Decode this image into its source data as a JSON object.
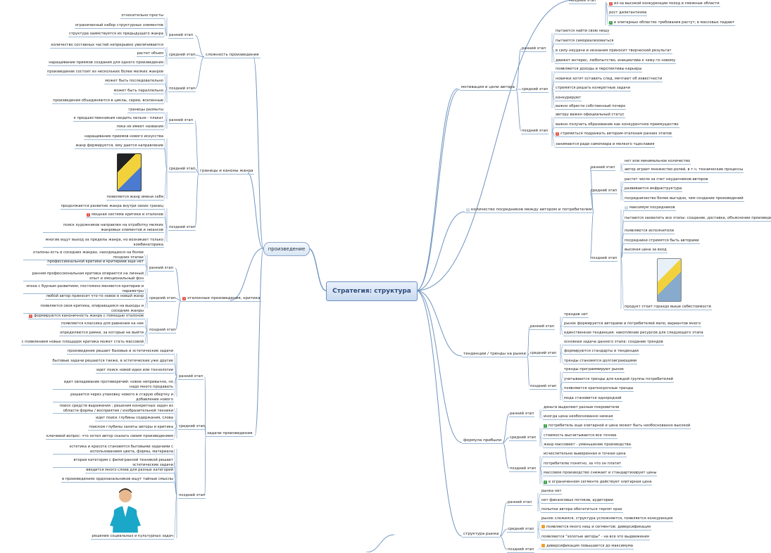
{
  "root": "Стратегия: структура",
  "left_topic": "произведение",
  "left": {
    "complexity": {
      "label": "сложность произведения",
      "stages": [
        {
          "label": "ранний этап",
          "items": [
            "относительно просты",
            "ограниченный набор структурных элементов",
            "структура заимствуется из предыдущего жанра"
          ]
        },
        {
          "label": "средний этап",
          "items": [
            "количество составных частей непрерывно увеличивается",
            "растет объем",
            "наращивание приемов создания для одного произведения"
          ]
        },
        {
          "label": "поздний этап",
          "items": [
            "произведение состоит из нескольких более мелких жанров",
            "может быть последовательно",
            "может быть параллельно",
            "произведения объединяются в циклы, серии, вселенные"
          ]
        }
      ]
    },
    "boundaries": {
      "label": "границы и каноны жанра",
      "stages": [
        {
          "label": "ранний этап",
          "items": [
            "границы размыты",
            "к предшественникам сводить нельзя - плакат",
            "пока не имеет названия"
          ]
        },
        {
          "label": "средний этап",
          "items": [
            "наращивание приемов нового искусства",
            "жанр формируется, ему дается направление",
            "появляется жанр имени себя"
          ]
        },
        {
          "label": "поздний этап",
          "items": [
            "продолжается развитие жанра внутри своих границ",
            "мощная система критики и эталонов",
            "поиск художников направлен на отработку мелких жанровых элементов и нюансов",
            "многие ищут выход за пределы жанра, но возникает только комбинаторика"
          ]
        }
      ]
    },
    "criticism": {
      "label": "эталонные произведения, критика",
      "stages": [
        {
          "label": "ранний этап",
          "items": [
            "эталоны есть в соседних жанрах, находящихся на более поздних этапах",
            "профессиональной критики и критериев еще нет",
            "ранняя профессиональная критика опирается на личный опыт и эмоциональный фон"
          ]
        },
        {
          "label": "средний этап",
          "items": [
            "эпоха с бурным развитием, постоянно меняются критерии и параметры",
            "любой автор приносит что-то новое в новый жанр",
            "появляется своя критика, опирающаяся на выходы и соседние жанры"
          ]
        },
        {
          "label": "поздний этап",
          "items": [
            "формируются каноничность жанра с помощью эталонов",
            "появляется классика для равнения на нее",
            "определяются рамки, за которые не выйти",
            "с появлением новых площадок критика может стать массовой"
          ]
        }
      ]
    },
    "tasks": {
      "label": "задачи произведения",
      "stages": [
        {
          "label": "ранний этап",
          "items": [
            "произведение решает базовые и эстетические задачи",
            "бытовые задачи решаются также, в эстетические уже другие",
            "идет поиск новой идеи или технологии",
            "идет овладевание противоречий: новое непривычно, но надо много продавать",
            "решается через упаковку нового в старую обертку и добавление нового"
          ]
        },
        {
          "label": "средний этап",
          "items": [
            "поиск средств выражения ; решения конкретных задач из области формы / восприятия / изобразительной техники",
            "идет поиск глубины содержания, слова",
            "поиском глубины заняты авторы и критика",
            "ключевой вопрос: что хотел автор сказать своим произведением"
          ]
        },
        {
          "label": "поздний этап",
          "items": [
            "эстетика и красота становятся бытовыми задачами с использованием цвета, формы, материала",
            "вторая категория с филигранной техникой решает эстетические задачи",
            "вводится много слоев для разных категорий",
            "в произведениях ордонанальников ищут тайные смыслы",
            "решение социальных и культурных задач"
          ]
        }
      ]
    }
  },
  "right": {
    "top_fragment": [
      "поздний этап",
      "из-за высокой конкуренции поход в смежные области",
      "рост дилетантизма",
      "в элитарных областях требования растут, в массовых падают"
    ],
    "motivation": {
      "label": "мотивация и цели автора",
      "stages": [
        {
          "label": "ранний этап",
          "items": [
            "пытаются найти свою нишу",
            "пытаются самореализоваться",
            "в силу неудачи и незнания приносит творческий результат",
            "движет интерес, любопытство, инициатива к чему-то новому"
          ]
        },
        {
          "label": "средний этап",
          "items": [
            "появляются доходы и перспективы карьеры",
            "новички хотят оставить след, мечтают об известности",
            "стремятся решать конкретные задачи",
            "конкурируют",
            "важно обрести собственный почерк"
          ]
        },
        {
          "label": "поздний этап",
          "items": [
            "автору важен официальный статус",
            "важно получить образование как конкурентное преимущество",
            "стремиться подражать авторам-эталонам ранних этапов",
            "занимаются ради самопиара и мелкого тщеславия"
          ]
        }
      ]
    },
    "intermediaries": {
      "label": "количество посредников между автором и потребителем",
      "stages": [
        {
          "label": "ранний этап",
          "items": [
            "нет или минимальное количество",
            "автор играет множество ролей, в т.ч. технические процессы"
          ]
        },
        {
          "label": "средний этап",
          "items": [
            "растет число за счет неудачников-авторов",
            "развивается инфраструктура",
            "посредничество более выгодно, чем создание произведений"
          ]
        },
        {
          "label": "поздний этап",
          "items": [
            "максимум посредников",
            "пытаются захватить все этапы: создание, доставка, объяснение произведения",
            "появляются исполнители",
            "посредники стремятся быть авторами",
            "высокая цена за вход",
            "продукт стоит гораздо выше себестоимости"
          ]
        }
      ]
    },
    "trends": {
      "label": "тенденции / тренды на рынке",
      "stages": [
        {
          "label": "ранний этап",
          "items": [
            "трендов нет",
            "рынок формируется авторами и потребителей мало, вариантов много",
            "единственная тенденция: накопление ресурсов для следующего этапа"
          ]
        },
        {
          "label": "средний этап",
          "items": [
            "основная задача данного этапа: создание трендов",
            "формируются стандарты и тенденции",
            "тренды становятся долгоиграющими"
          ]
        },
        {
          "label": "поздний этап",
          "items": [
            "тренды программируют рынок",
            "учитываются тренды для каждой группы потребителей",
            "появляются краткосрочные тренды",
            "мода становится однородной"
          ]
        }
      ]
    },
    "profit": {
      "label": "формула прибыли",
      "stages": [
        {
          "label": "ранний этап",
          "items": [
            "деньги выделяют разные покровители",
            "иногда цена необоснованно низкая"
          ]
        },
        {
          "label": "средний этап",
          "items": [
            "потребитель еще элитарной и цена может быть необоснованно высокой",
            "стоимость высчитывается все точнее",
            "жанр массовеет - уменьшение производства"
          ]
        },
        {
          "label": "поздний этап",
          "items": [
            "исчислительно выверенная и точная цена",
            "потребителю понятно, за что он платит",
            "массовое производство снижает и стандартизирует цены",
            "в ограниченном сегменте действует элитарная цена"
          ]
        }
      ]
    },
    "market": {
      "label": "структура рынка",
      "stages": [
        {
          "label": "ранний этап",
          "items": [
            "рынка нет",
            "нет финансовых потоков, аудитории",
            "попытки автора обогатиться терпят крах"
          ]
        },
        {
          "label": "средний этап",
          "items": [
            "рынок сложился, структура усложняется, появляется конкуренция",
            "появляется много ниш и сегментов: диверсификация",
            "появляются \"золотые авторы\" - на все это выдвижения"
          ]
        },
        {
          "label": "поздний этап",
          "items": [
            "диверсификация повышается до максимума"
          ]
        }
      ]
    }
  },
  "colors": {
    "line": "#6f94c0",
    "underline": "#9bb8d6",
    "root_border": "#6b8fbd"
  }
}
